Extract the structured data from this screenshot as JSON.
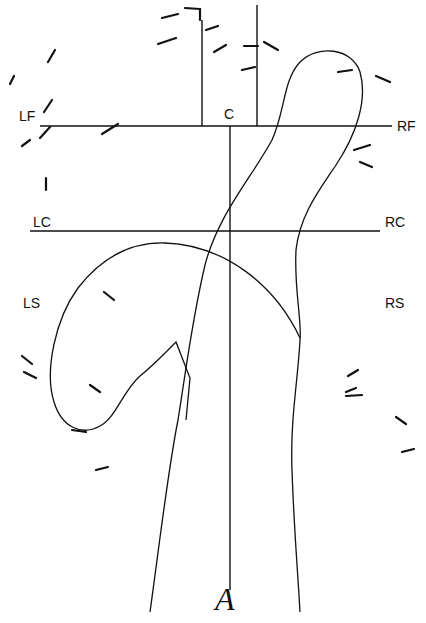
{
  "diagram": {
    "labels": [
      "LF",
      "C",
      "RF",
      "LC",
      "RC",
      "LS",
      "RS",
      "A"
    ]
  }
}
